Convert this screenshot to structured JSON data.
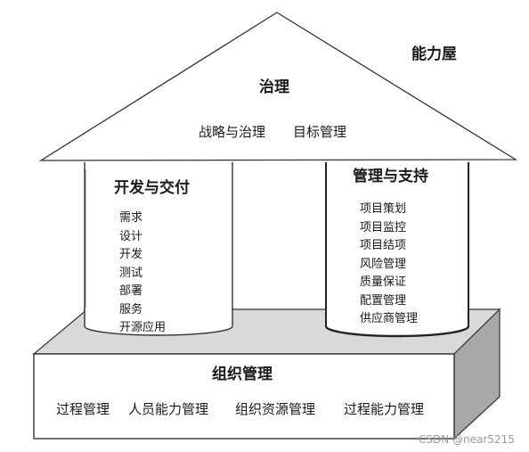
{
  "house_title": "能力屋",
  "roof": {
    "title": "治理",
    "items": [
      "战略与治理",
      "目标管理"
    ]
  },
  "left_pillar": {
    "title": "开发与交付",
    "items": [
      "需求",
      "设计",
      "开发",
      "测试",
      "部署",
      "服务",
      "开源应用"
    ]
  },
  "right_pillar": {
    "title": "管理与支持",
    "items": [
      "项目策划",
      "项目监控",
      "项目结项",
      "风险管理",
      "质量保证",
      "配置管理",
      "供应商管理"
    ]
  },
  "foundation": {
    "title": "组织管理",
    "items": [
      "过程管理",
      "人员能力管理",
      "组织资源管理",
      "过程能力管理"
    ]
  },
  "watermark": "CSDN @near5215"
}
